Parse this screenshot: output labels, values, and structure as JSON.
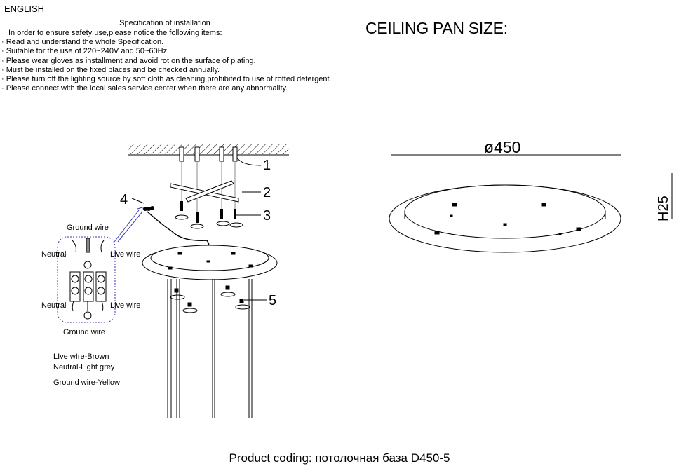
{
  "language": "ENGLISH",
  "spec_title": "Specification of installation",
  "intro": "In order to ensure safety use,please notice the following items:",
  "items": [
    "Read and understand the whole Specification.",
    "Suitable for the use of 220~240V and 50~60Hz.",
    "Please wear gloves as installment and avoid rot on the surface of plating.",
    "Must be installed on the fixed places and be checked annually.",
    "Please turn off the lighting source by soft cloth as cleaning prohibited to use of rotted detergent.",
    "Please connect with the local sales service center when there are any abnormality."
  ],
  "pan_title": "CEILING PAN SIZE:",
  "diameter": "ø450",
  "height": "H25",
  "callouts": [
    "1",
    "2",
    "3",
    "4",
    "5"
  ],
  "wiring": {
    "ground_top": "Ground wire",
    "neutral_top": "Neutral",
    "live_top": "Live wire",
    "neutral_bottom": "Neutral",
    "live_bottom": "Live wire",
    "ground_bottom": "Ground wire"
  },
  "legend": [
    "LIve wIre-Brown",
    "Neutral-Light grey",
    "Ground wire-Yellow"
  ],
  "product_coding": "Product coding: потолочная база D450-5"
}
